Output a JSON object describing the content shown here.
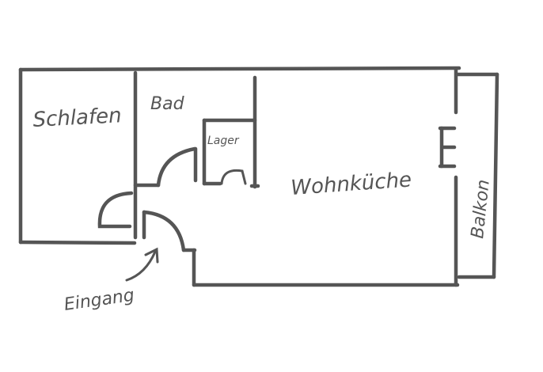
{
  "floorplan": {
    "rooms": {
      "schlafen": "Schlafen",
      "bad": "Bad",
      "lager": "Lager",
      "wohnkueche": "Wohnküche",
      "balkon": "Balkon"
    },
    "entrance_label": "Eingang",
    "colors": {
      "ink": "#555555",
      "background": "#ffffff"
    }
  }
}
